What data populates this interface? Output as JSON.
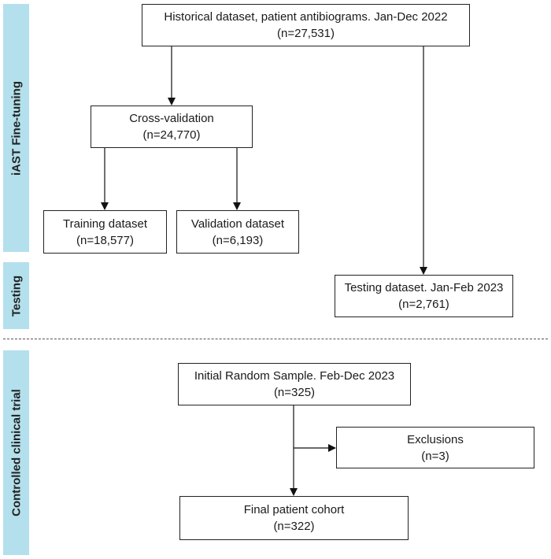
{
  "phases": [
    {
      "label": "iAST Fine-tuning"
    },
    {
      "label": "Testing"
    },
    {
      "label": "Controlled clinical trial"
    }
  ],
  "boxes": {
    "historical": {
      "title": "Historical dataset, patient antibiograms. Jan-Dec 2022",
      "count": "(n=27,531)"
    },
    "crossval": {
      "title": "Cross-validation",
      "count": "(n=24,770)"
    },
    "training": {
      "title": "Training dataset",
      "count": "(n=18,577)"
    },
    "validation": {
      "title": "Validation dataset",
      "count": "(n=6,193)"
    },
    "testing": {
      "title": "Testing dataset. Jan-Feb 2023",
      "count": "(n=2,761)"
    },
    "initial": {
      "title": "Initial Random Sample. Feb-Dec 2023",
      "count": "(n=325)"
    },
    "exclusions": {
      "title": "Exclusions",
      "count": "(n=3)"
    },
    "final": {
      "title": "Final patient cohort",
      "count": "(n=322)"
    }
  }
}
